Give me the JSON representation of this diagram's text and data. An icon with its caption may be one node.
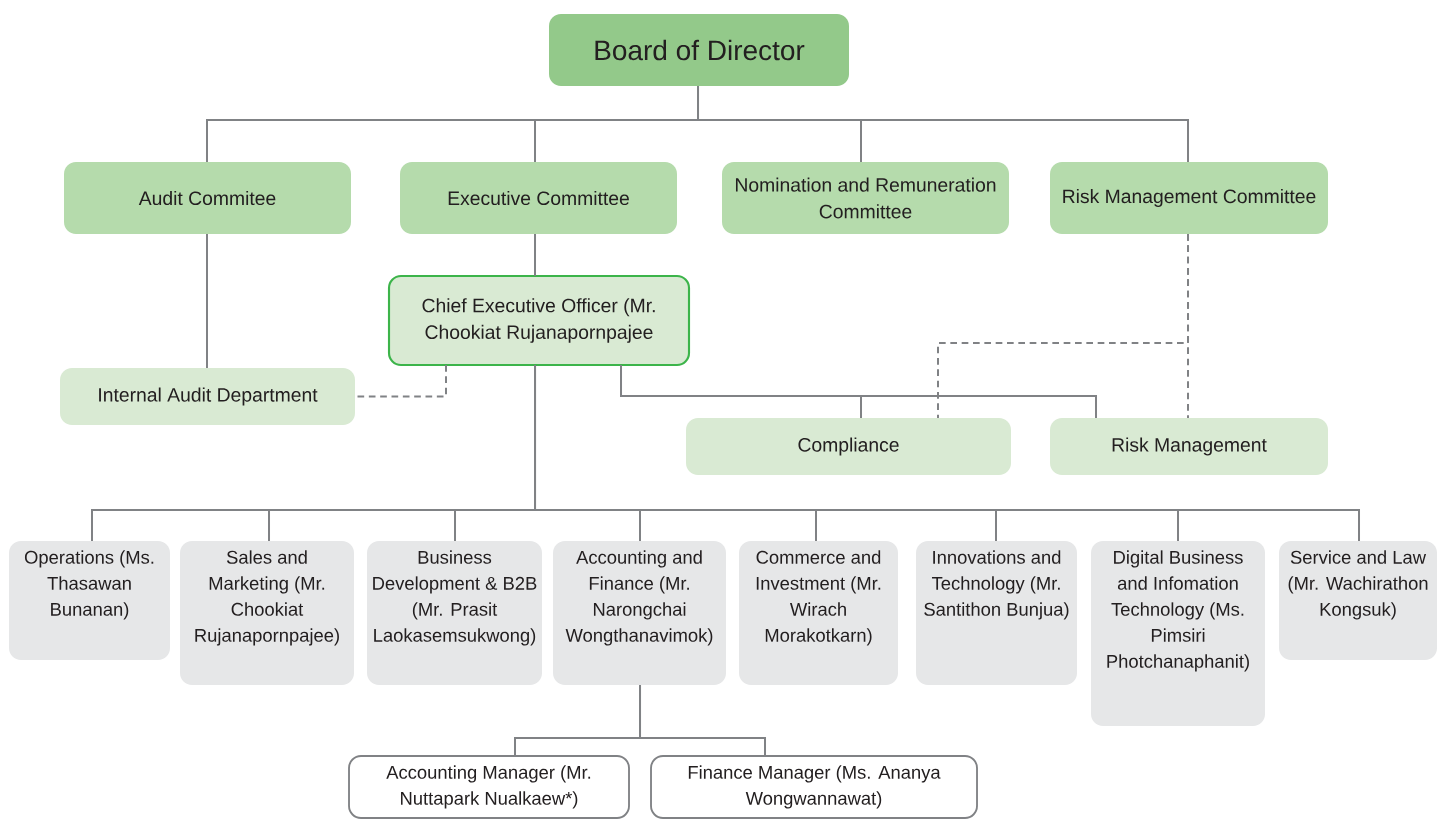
{
  "diagram": {
    "nodes": [
      {
        "text": [
          "Board of Director"
        ]
      },
      {
        "text": [
          "Audit Commitee"
        ]
      },
      {
        "text": [
          "Executive Committee"
        ]
      },
      {
        "text": [
          "Nomination and Remuneration Committee"
        ]
      },
      {
        "text": [
          "Risk Management Committee"
        ]
      },
      {
        "text": [
          "Chief Executive Officer (Mr. Chookiat Rujanapornpajee"
        ]
      },
      {
        "text": [
          "Internal Audit Department"
        ]
      },
      {
        "text": [
          "Compliance"
        ]
      },
      {
        "text": [
          "Risk Management"
        ]
      },
      {
        "text": [
          "Operations (Ms. Thasawan Bunanan)"
        ]
      },
      {
        "text": [
          "Sales and Marketing (Mr. Chookiat Rujanapornpajee)"
        ]
      },
      {
        "text": [
          "Business Development & B2B (Mr. Prasit Laokasemsukwong)"
        ]
      },
      {
        "text": [
          "Accounting and Finance (Mr. Narongchai Wongthanavimok)"
        ]
      },
      {
        "text": [
          "Commerce and Investment (Mr. Wirach Morakotkarn)"
        ]
      },
      {
        "text": [
          "Innovations and Technology (Mr. Santithon Bunjua)"
        ]
      },
      {
        "text": [
          "Digital Business and Infomation Technology (Ms. Pimsiri Photchanaphanit)"
        ]
      },
      {
        "text": [
          "Service and Law (Mr. Wachirathon Kongsuk)"
        ]
      },
      {
        "text": [
          "Accounting Manager (Mr. Nuttapark Nualkaew*)"
        ]
      },
      {
        "text": [
          "Finance Manager (Ms. Ananya Wongwannawat)"
        ]
      }
    ],
    "edges": [
      {
        "from": 0,
        "to": 1,
        "arrow": "none"
      },
      {
        "from": 0,
        "to": 2,
        "arrow": "none"
      },
      {
        "from": 0,
        "to": 3,
        "arrow": "none"
      },
      {
        "from": 0,
        "to": 4,
        "arrow": "none"
      },
      {
        "from": 1,
        "to": 6,
        "arrow": "none"
      },
      {
        "from": 2,
        "to": 5,
        "arrow": "none"
      },
      {
        "from": 5,
        "to": 6,
        "arrow": "none",
        "style": "dashed"
      },
      {
        "from": 5,
        "to": 7,
        "arrow": "none"
      },
      {
        "from": 5,
        "to": 8,
        "arrow": "none"
      },
      {
        "from": 4,
        "to": 7,
        "arrow": "none",
        "style": "dashed"
      },
      {
        "from": 4,
        "to": 8,
        "arrow": "none",
        "style": "dashed"
      },
      {
        "from": 5,
        "to": 9,
        "arrow": "none"
      },
      {
        "from": 5,
        "to": 10,
        "arrow": "none"
      },
      {
        "from": 5,
        "to": 11,
        "arrow": "none"
      },
      {
        "from": 5,
        "to": 12,
        "arrow": "none"
      },
      {
        "from": 5,
        "to": 13,
        "arrow": "none"
      },
      {
        "from": 5,
        "to": 14,
        "arrow": "none"
      },
      {
        "from": 5,
        "to": 15,
        "arrow": "none"
      },
      {
        "from": 5,
        "to": 16,
        "arrow": "none"
      },
      {
        "from": 12,
        "to": 17,
        "arrow": "none"
      },
      {
        "from": 12,
        "to": 18,
        "arrow": "none"
      }
    ]
  }
}
